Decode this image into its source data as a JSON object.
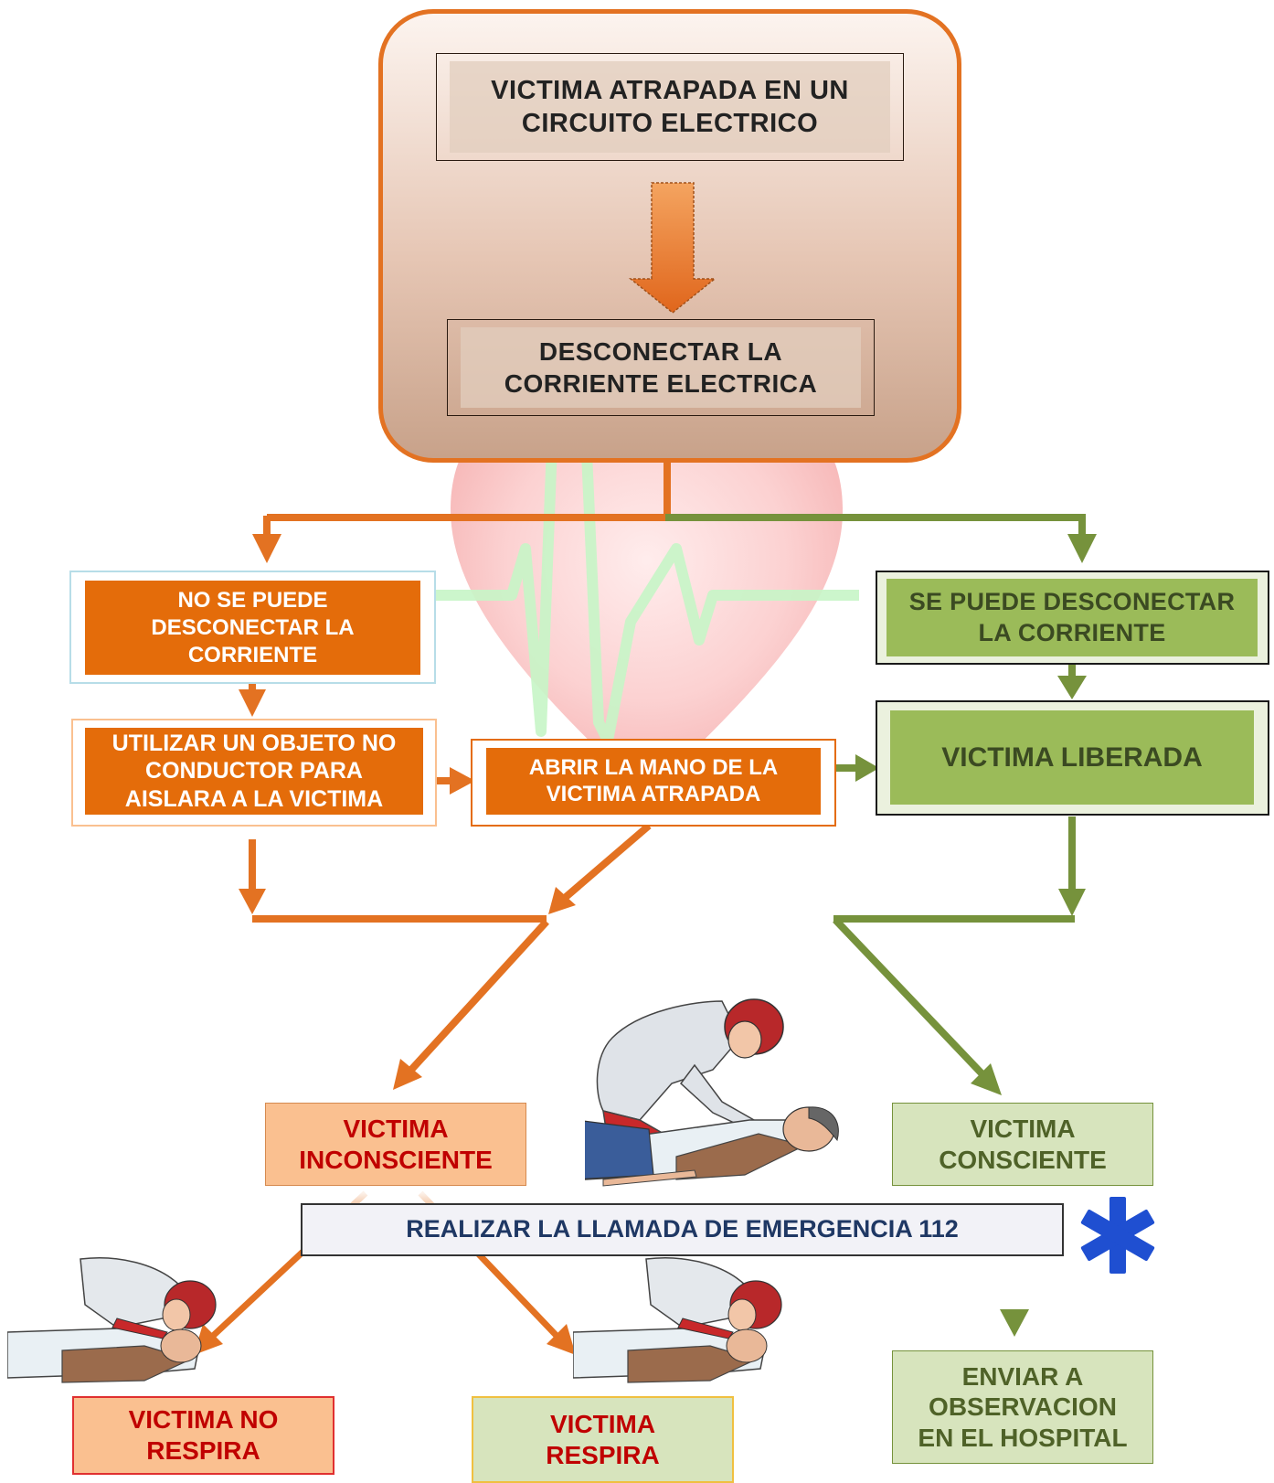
{
  "nodes": {
    "trapped": "VICTIMA ATRAPADA EN UN CIRCUITO ELECTRICO",
    "disconnect": "DESCONECTAR LA CORRIENTE ELECTRICA",
    "cannot": "NO SE PUEDE DESCONECTAR LA CORRIENTE",
    "can": "SE PUEDE DESCONECTAR LA CORRIENTE",
    "insulate": "UTILIZAR UN OBJETO NO CONDUCTOR PARA AISLARA A LA VICTIMA",
    "open_hand": "ABRIR LA MANO DE LA VICTIMA ATRAPADA",
    "freed": "VICTIMA LIBERADA",
    "unconscious": "VICTIMA INCONSCIENTE",
    "conscious": "VICTIMA CONSCIENTE",
    "call": "REALIZAR LA LLAMADA DE EMERGENCIA 112",
    "not_breathing": "VICTIMA NO RESPIRA",
    "breathing": "VICTIMA RESPIRA",
    "hospital": "ENVIAR A OBSERVACION EN EL HOSPITAL"
  },
  "colors": {
    "orange": "#e46c0a",
    "orange_line": "#e37222",
    "green": "#9bbb59",
    "green_line": "#76923c",
    "salmon": "#fac090",
    "light_green": "#d7e4bd",
    "red_text": "#c00000",
    "dark_green_text": "#4f6228",
    "navy_text": "#1f3864",
    "star_blue": "#1f4fd1"
  },
  "icons": {
    "heart": "heart-ecg-icon",
    "star": "star-of-life-icon",
    "cpr": "cpr-illustration"
  }
}
